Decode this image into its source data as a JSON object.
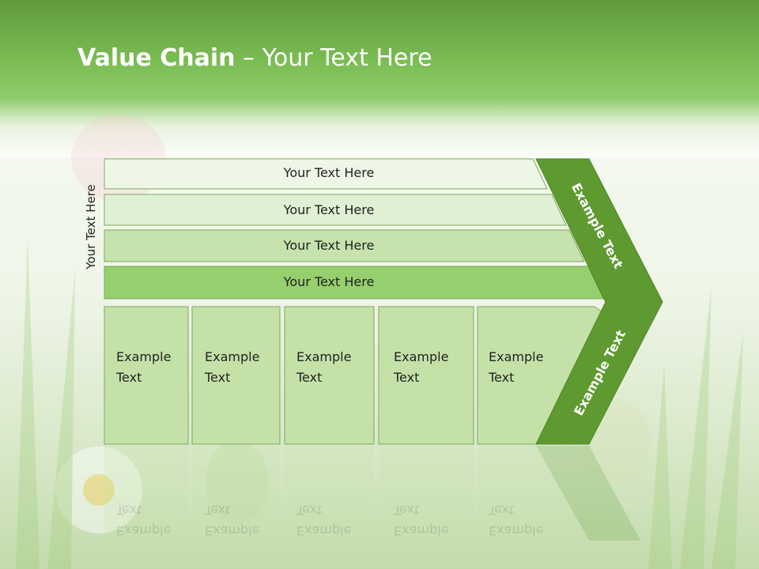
{
  "title": {
    "strong": "Value Chain",
    "rest": " – Your Text Here"
  },
  "vertical_label": "Your Text Here",
  "bands": [
    {
      "label": "Your Text Here",
      "color": "#eef7e6"
    },
    {
      "label": "Your Text Here",
      "color": "#e0f0d4"
    },
    {
      "label": "Your Text Here",
      "color": "#c6e3ae"
    },
    {
      "label": "Your Text Here",
      "color": "#96cf6e"
    }
  ],
  "blocks": [
    {
      "label_line1": "Example",
      "label_line2": "Text"
    },
    {
      "label_line1": "Example",
      "label_line2": "Text"
    },
    {
      "label_line1": "Example",
      "label_line2": "Text"
    },
    {
      "label_line1": "Example",
      "label_line2": "Text"
    },
    {
      "label_line1": "Example",
      "label_line2": "Text"
    }
  ],
  "arrow": {
    "upper_label": "Example Text",
    "lower_label": "Example Text",
    "color": "#5e9a30"
  },
  "colors": {
    "block_fill": "#c4e2a8",
    "block_stroke": "#7ea75e",
    "band_stroke": "#7ea75e"
  }
}
